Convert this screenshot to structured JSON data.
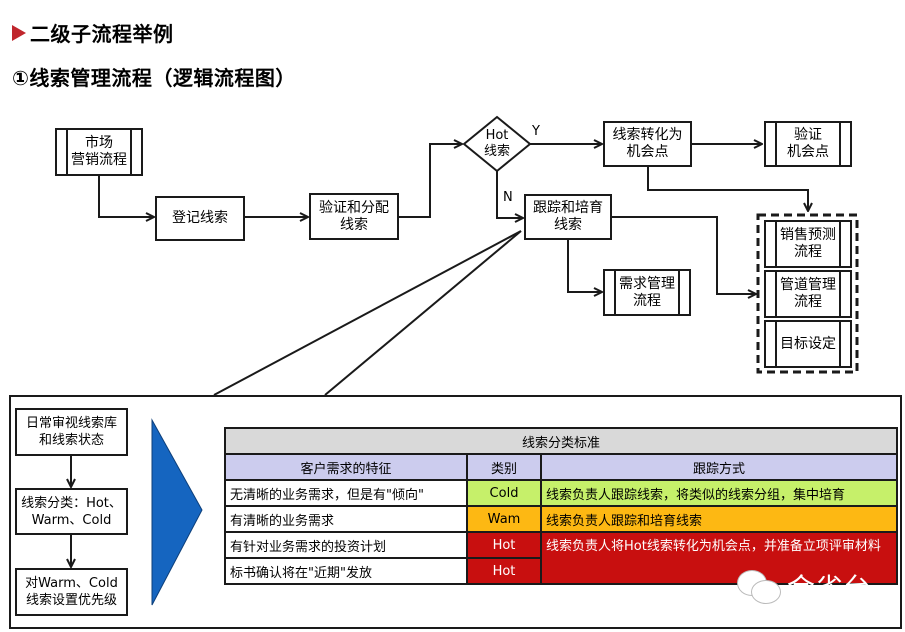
{
  "header": {
    "title": "二级子流程举例",
    "subtitle": "①线索管理流程（逻辑流程图）"
  },
  "flowchart": {
    "market_process": "市场\n营销流程",
    "register_leads": "登记线索",
    "verify_assign": "验证和分配\n线索",
    "decision": "Hot\n线索",
    "yes_label": "Y",
    "no_label": "N",
    "convert_opportunity": "线索转化为\n机会点",
    "verify_opportunity": "验证\n机会点",
    "track_nurture": "跟踪和培育\n线索",
    "demand_mgmt": "需求管理\n流程",
    "sales_forecast": "销售预测\n流程",
    "pipeline_mgmt": "管道管理\n流程",
    "goal_setting": "目标设定"
  },
  "detail": {
    "steps": [
      "日常审视线索库\n和线索状态",
      "线索分类：Hot、\nWarm、Cold",
      "对Warm、Cold\n线索设置优先级"
    ],
    "table": {
      "title": "线索分类标准",
      "columns": [
        "客户需求的特征",
        "类别",
        "跟踪方式"
      ],
      "rows": [
        {
          "feature": "无清晰的业务需求，但是有\"倾向\"",
          "category": "Cold",
          "tracking": "线索负责人跟踪线索，将类似的线索分组，集中培育"
        },
        {
          "feature": "有清晰的业务需求",
          "category": "Wam",
          "tracking": "线索负责人跟踪和培育线索"
        },
        {
          "feature": "有针对业务需求的投资计划",
          "category": "Hot",
          "tracking": "线索负责人将Hot线索转化为机会点，并准备立项评审材料"
        },
        {
          "feature": "标书确认将在\"近期\"发放",
          "category": "Hot",
          "tracking": ""
        }
      ]
    }
  },
  "colors": {
    "cold": "#c6f06a",
    "warm": "#fdb813",
    "hot": "#c80f0f",
    "header_gray": "#d9d9d9",
    "column_header": "#ccccee",
    "chevron_blue": "#1565c0",
    "title_arrow": "#c0262d"
  },
  "watermark": {
    "icon": "wechat-icon",
    "text": "金雀台"
  }
}
